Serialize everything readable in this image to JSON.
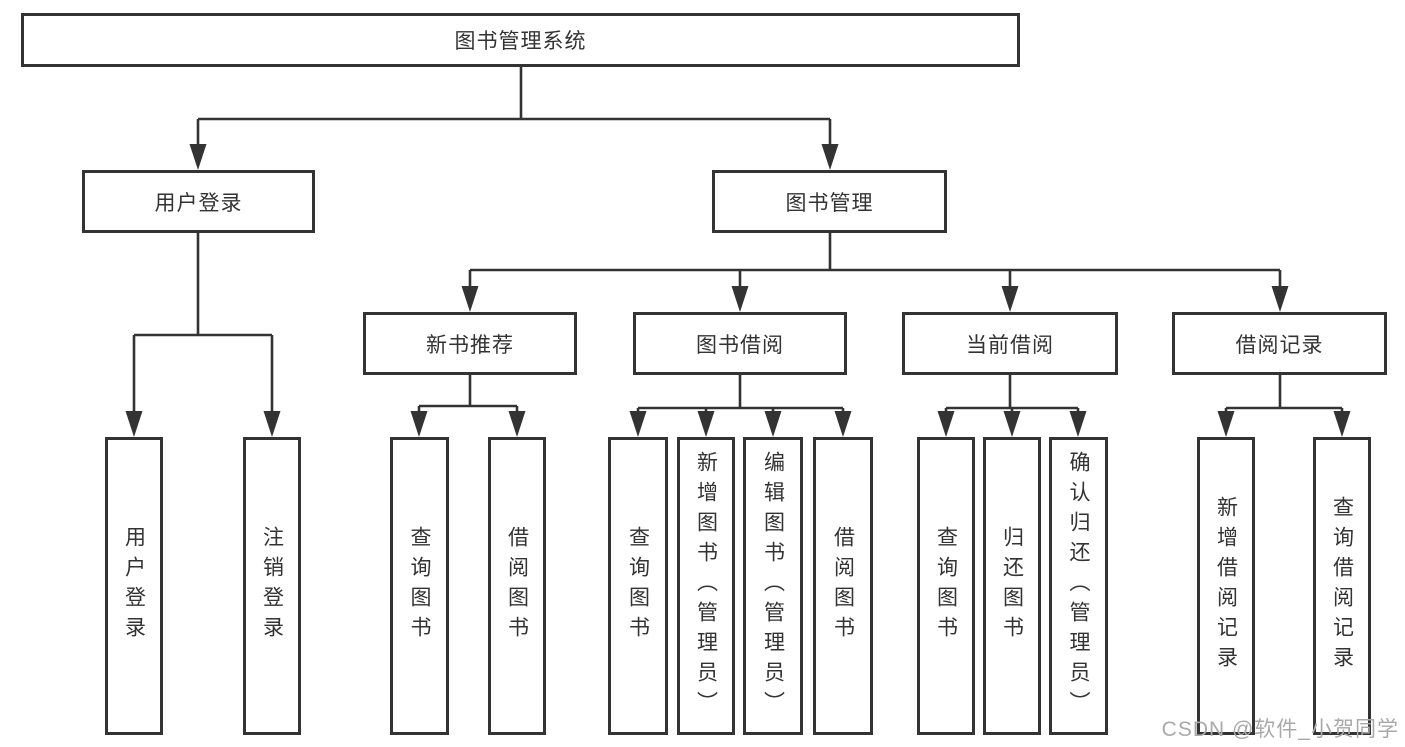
{
  "diagram_title": "图书管理系统",
  "colors": {
    "line": "#333333",
    "box_border": "#333333",
    "text": "#333333",
    "background": "#ffffff",
    "watermark": "#a9a9a9"
  },
  "tree": {
    "root": "图书管理系统",
    "children": [
      {
        "label": "用户登录",
        "children": [
          {
            "label": "用户登录"
          },
          {
            "label": "注销登录"
          }
        ]
      },
      {
        "label": "图书管理",
        "children": [
          {
            "label": "新书推荐",
            "children": [
              {
                "label": "查询图书"
              },
              {
                "label": "借阅图书"
              }
            ]
          },
          {
            "label": "图书借阅",
            "children": [
              {
                "label": "查询图书"
              },
              {
                "label": "新增图书（管理员）"
              },
              {
                "label": "编辑图书（管理员）"
              },
              {
                "label": "借阅图书"
              }
            ]
          },
          {
            "label": "当前借阅",
            "children": [
              {
                "label": "查询图书"
              },
              {
                "label": "归还图书"
              },
              {
                "label": "确认归还（管理员）"
              }
            ]
          },
          {
            "label": "借阅记录",
            "children": [
              {
                "label": "新增借阅记录"
              },
              {
                "label": "查询借阅记录"
              }
            ]
          }
        ]
      }
    ]
  },
  "watermark": "CSDN @软件_小贺同学"
}
